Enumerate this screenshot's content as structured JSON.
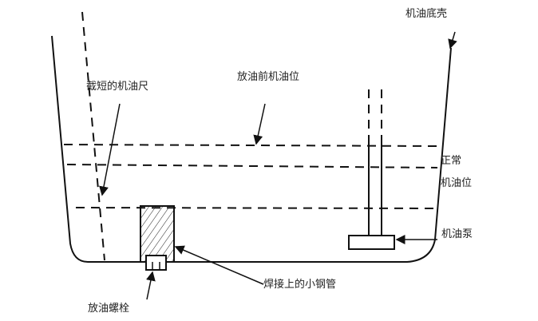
{
  "labels": {
    "oil_pan": "机油底壳",
    "dipstick": "截短的机油尺",
    "pre_drain_level": "放油前机油位",
    "normal_level_line1": "正常",
    "normal_level_line2": "机油位",
    "oil_pump": "机油泵",
    "welded_pipe": "焊接上的小钢管",
    "drain_bolt": "放油螺栓"
  },
  "colors": {
    "line": "#111111",
    "background": "#ffffff"
  }
}
